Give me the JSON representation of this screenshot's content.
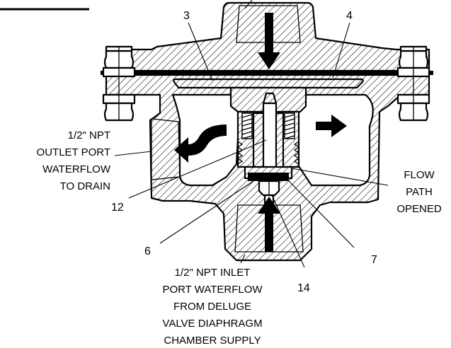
{
  "labels": {
    "outlet": [
      "1/2\" NPT",
      "OUTLET PORT",
      "WATERFLOW",
      "TO DRAIN"
    ],
    "flow_path": [
      "FLOW",
      "PATH",
      "OPENED"
    ],
    "inlet": [
      "1/2\" NPT INLET",
      "PORT WATERFLOW",
      "FROM DELUGE",
      "VALVE DIAPHRAGM",
      "CHAMBER SUPPLY"
    ]
  },
  "parts": {
    "p3": "3",
    "p4": "4",
    "p6": "6",
    "p7": "7",
    "p12": "12",
    "p14": "14"
  },
  "colors": {
    "line": "#000000",
    "background": "#ffffff"
  }
}
